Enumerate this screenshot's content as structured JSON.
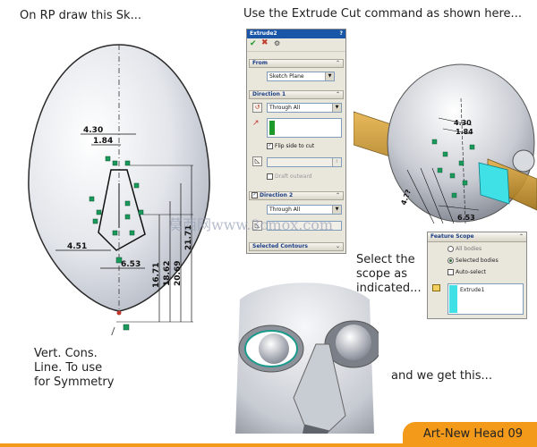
{
  "captions": {
    "step1": "On RP draw this Sk...",
    "step2": "Use the Extrude Cut command as shown here...",
    "scope_line1": "Select the",
    "scope_line2": "scope as",
    "scope_line3": "indicated...",
    "vert_line1": "Vert. Cons.",
    "vert_line2": "Line. To use",
    "vert_line3": "for Symmetry",
    "result": "and we get this..."
  },
  "sketch_dims": {
    "d430": "4.30",
    "d184": "1.84",
    "d451": "4.51",
    "d653": "6.53",
    "d1671": "16.71",
    "d1862": "18.62",
    "d2069": "20.69",
    "d2171": "21.71"
  },
  "iso_dims": {
    "d430": "4.30",
    "d184": "1.84",
    "d653": "6.53",
    "d4x": "4.??"
  },
  "property_manager": {
    "title": "Extrude2",
    "help": "?",
    "from_section": "From",
    "from_value": "Sketch Plane",
    "direction1_section": "Direction 1",
    "direction1_value": "Through All",
    "flip_side_label": "Flip side to cut",
    "draft_outward_label": "Draft outward",
    "direction2_section": "Direction 2",
    "direction2_value": "Through All",
    "selected_contours_section": "Selected Contours"
  },
  "feature_scope": {
    "title": "Feature Scope",
    "all_bodies": "All bodies",
    "selected_bodies": "Selected bodies",
    "auto_select": "Auto-select",
    "list_item": "Extrude1"
  },
  "watermark": "莫西网www.3cmox.com",
  "footer": {
    "label": "Art-New Head 09"
  },
  "colors": {
    "accent": "#f39a1b",
    "title_bar": "#1a56a8",
    "sketch_green": "#1a9a5a",
    "cyan_body": "#3fe0e6"
  }
}
